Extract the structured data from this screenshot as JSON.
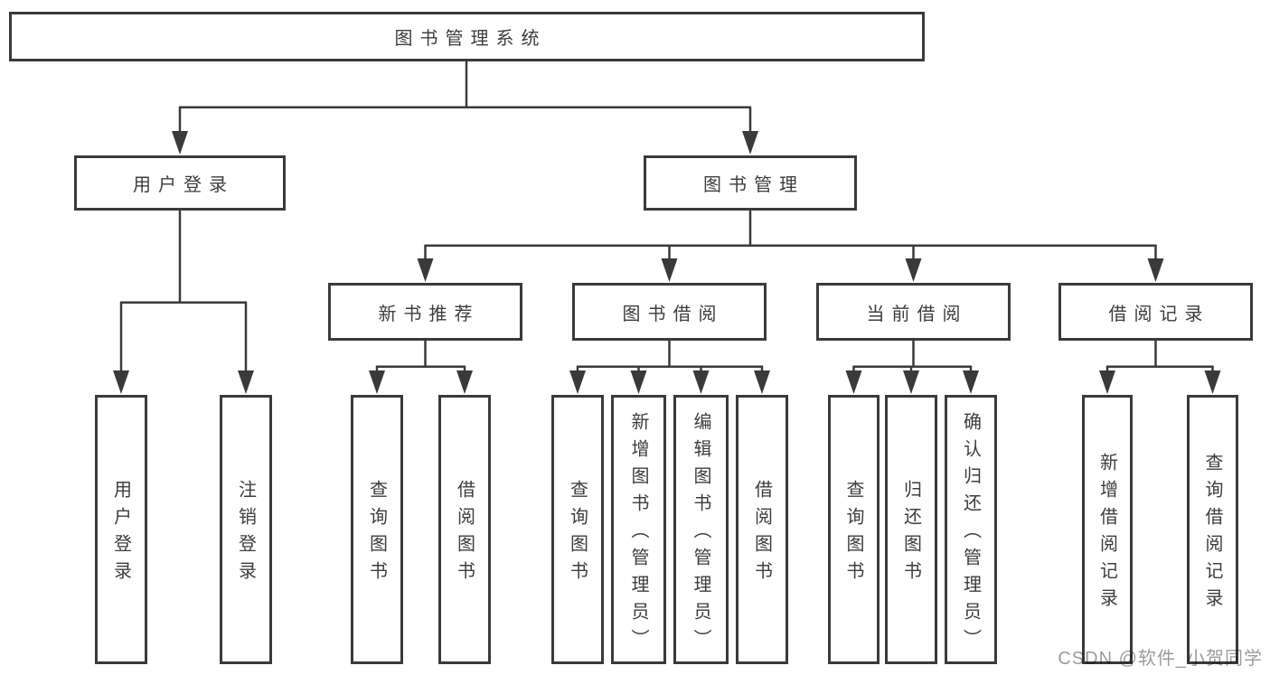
{
  "colors": {
    "line": "#3a3a3a",
    "box_border": "#3a3a3a",
    "text": "#3d3d3d",
    "watermark": "#9c9c9c",
    "background": "#ffffff"
  },
  "tree": {
    "label": "图书管理系统",
    "children": [
      {
        "label": "用户登录",
        "children": [
          {
            "label": "用户登录"
          },
          {
            "label": "注销登录"
          }
        ]
      },
      {
        "label": "图书管理",
        "children": [
          {
            "label": "新书推荐",
            "children": [
              {
                "label": "查询图书"
              },
              {
                "label": "借阅图书"
              }
            ]
          },
          {
            "label": "图书借阅",
            "children": [
              {
                "label": "查询图书"
              },
              {
                "label": "新增图书（管理员）"
              },
              {
                "label": "编辑图书（管理员）"
              },
              {
                "label": "借阅图书"
              }
            ]
          },
          {
            "label": "当前借阅",
            "children": [
              {
                "label": "查询图书"
              },
              {
                "label": "归还图书"
              },
              {
                "label": "确认归还（管理员）"
              }
            ]
          },
          {
            "label": "借阅记录",
            "children": [
              {
                "label": "新增借阅记录"
              },
              {
                "label": "查询借阅记录"
              }
            ]
          }
        ]
      }
    ]
  },
  "watermark": {
    "text": "CSDN @软件_小贺同学"
  }
}
